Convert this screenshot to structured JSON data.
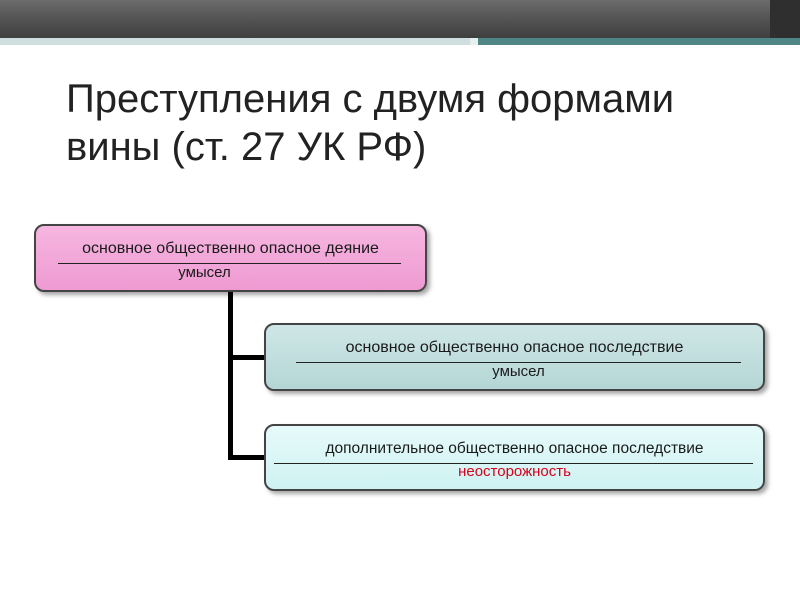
{
  "slide": {
    "title": "Преступления с двумя формами\nвины (ст. 27 УК РФ)"
  },
  "diagram": {
    "main_act": {
      "text": "основное общественно опасное деяние",
      "guilt_form": "умысел",
      "fill": "#f0a8d8"
    },
    "main_consequence": {
      "text": "основное общественно опасное последствие",
      "guilt_form": "умысел",
      "fill": "#c2dcdc"
    },
    "extra_consequence": {
      "text": "дополнительное общественно опасное последствие",
      "guilt_form": "неосторожность",
      "fill": "#d8f6f6",
      "guilt_color": "#d6001c"
    }
  }
}
